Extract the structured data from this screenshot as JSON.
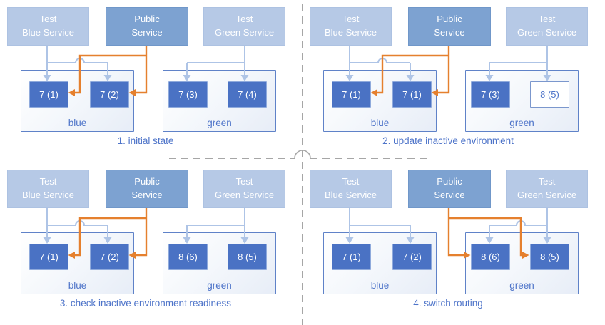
{
  "services": {
    "test_blue": {
      "line1": "Test",
      "line2": "Blue Service"
    },
    "public": {
      "line1": "Public",
      "line2": "Service"
    },
    "test_green": {
      "line1": "Test",
      "line2": "Green Service"
    }
  },
  "quadrants": [
    {
      "caption": "1. initial state",
      "public_routes_to": "blue",
      "blue_env": {
        "label": "blue",
        "pods": [
          {
            "label": "7 (1)",
            "style": "filled"
          },
          {
            "label": "7 (2)",
            "style": "filled"
          }
        ]
      },
      "green_env": {
        "label": "green",
        "pods": [
          {
            "label": "7 (3)",
            "style": "filled"
          },
          {
            "label": "7 (4)",
            "style": "filled"
          }
        ]
      }
    },
    {
      "caption": "2. update inactive environment",
      "public_routes_to": "blue",
      "blue_env": {
        "label": "blue",
        "pods": [
          {
            "label": "7 (1)",
            "style": "filled"
          },
          {
            "label": "7 (1)",
            "style": "filled"
          }
        ]
      },
      "green_env": {
        "label": "green",
        "pods": [
          {
            "label": "7 (3)",
            "style": "filled"
          },
          {
            "label": "8 (5)",
            "style": "outline"
          }
        ]
      }
    },
    {
      "caption": "3. check inactive environment readiness",
      "public_routes_to": "blue",
      "blue_env": {
        "label": "blue",
        "pods": [
          {
            "label": "7 (1)",
            "style": "filled"
          },
          {
            "label": "7 (2)",
            "style": "filled"
          }
        ]
      },
      "green_env": {
        "label": "green",
        "pods": [
          {
            "label": "8 (6)",
            "style": "filled"
          },
          {
            "label": "8 (5)",
            "style": "filled"
          }
        ]
      }
    },
    {
      "caption": "4. switch routing",
      "public_routes_to": "green",
      "blue_env": {
        "label": "blue",
        "pods": [
          {
            "label": "7 (1)",
            "style": "filled"
          },
          {
            "label": "7 (2)",
            "style": "filled"
          }
        ]
      },
      "green_env": {
        "label": "green",
        "pods": [
          {
            "label": "8 (6)",
            "style": "filled"
          },
          {
            "label": "8 (5)",
            "style": "filled"
          }
        ]
      }
    }
  ],
  "colors": {
    "service_light": "#b6c9e6",
    "service_public": "#7da2d1",
    "pod_fill": "#4a72c4",
    "pod_outline_border": "#7b97cd",
    "arrow_light": "#aec4e6",
    "arrow_orange": "#e5802e",
    "caption_text": "#4e74c9",
    "env_border": "#5f82c8",
    "divider_gray": "#a6a6a6"
  }
}
